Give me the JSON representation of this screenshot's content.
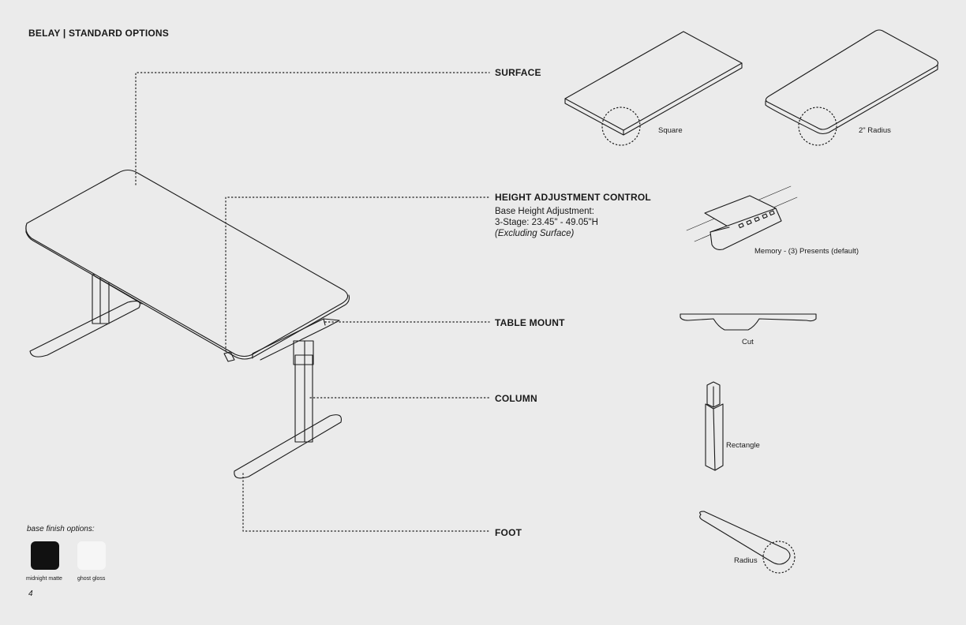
{
  "header": {
    "title": "BELAY | STANDARD OPTIONS"
  },
  "callouts": {
    "surface": "SURFACE",
    "height_control": "HEIGHT ADJUSTMENT CONTROL",
    "table_mount": "TABLE MOUNT",
    "column": "COLUMN",
    "foot": "FOOT"
  },
  "height_spec": {
    "line1": "Base Height Adjustment:",
    "line2": "3-Stage: 23.45\" - 49.05\"H",
    "line3": "(Excluding Surface)"
  },
  "options": {
    "surface_square": "Square",
    "surface_radius": "2\" Radius",
    "control_memory": "Memory - (3) Presents (default)",
    "mount_cut": "Cut",
    "column_rect": "Rectangle",
    "foot_radius": "Radius"
  },
  "finishes": {
    "label": "base finish options:",
    "items": [
      {
        "name": "midnight matte",
        "color": "#111111"
      },
      {
        "name": "ghost gloss",
        "color": "#f6f6f6"
      }
    ]
  },
  "page_number": "4"
}
